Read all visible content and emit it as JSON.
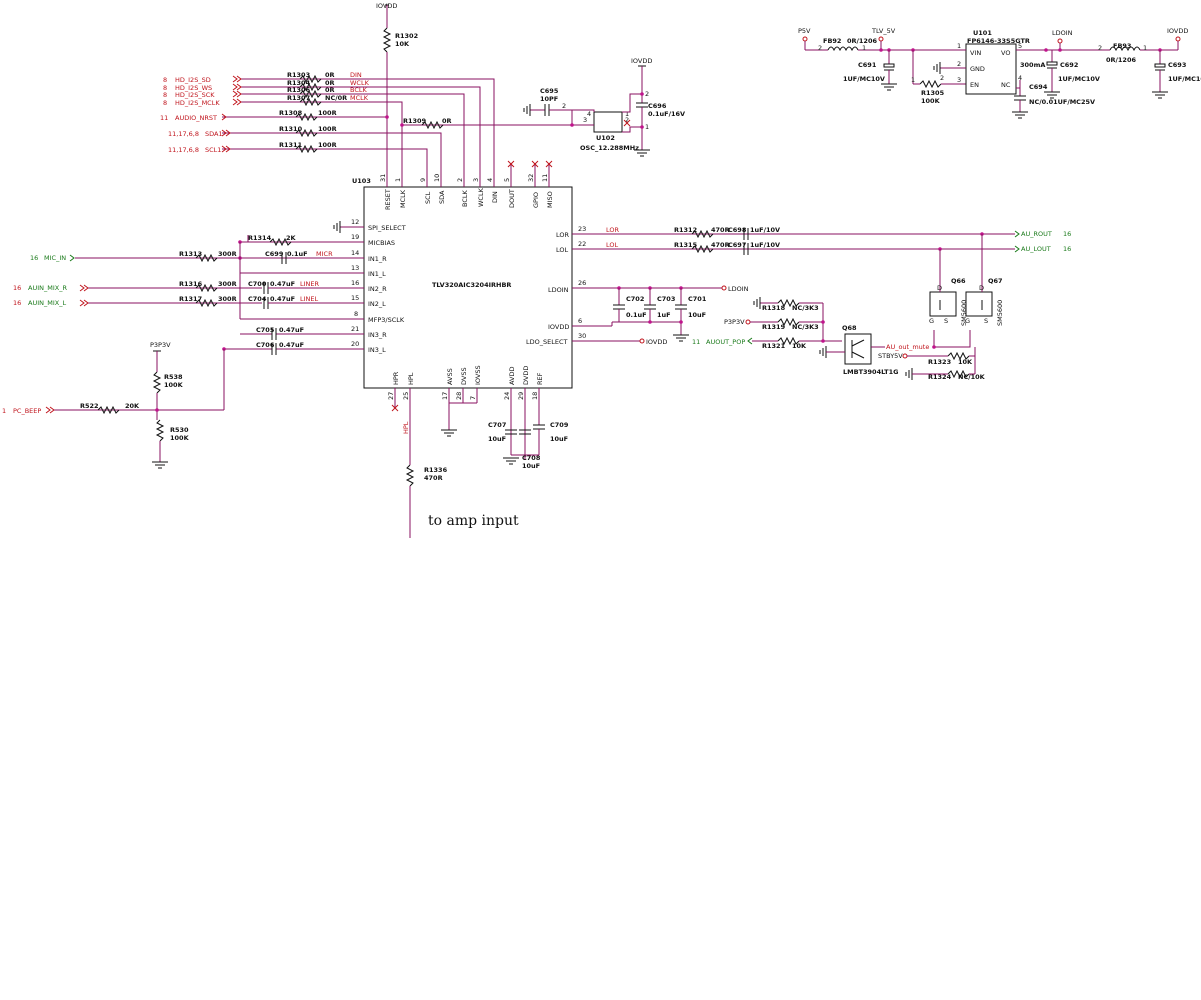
{
  "power": {
    "iovdd": "IOVDD",
    "p5v": "P5V",
    "tlv_5v": "TLV_5V",
    "ldoin": "LDOIN",
    "p3p3v": "P3P3V"
  },
  "u103": {
    "ref": "U103",
    "part": "TLV320AIC3204IRHBR",
    "top_pins": [
      {
        "name": "RESET",
        "num": "31"
      },
      {
        "name": "MCLK",
        "num": "1"
      },
      {
        "name": "SCL",
        "num": "9"
      },
      {
        "name": "SDA",
        "num": "10"
      },
      {
        "name": "BCLK",
        "num": "2"
      },
      {
        "name": "WCLK",
        "num": "3"
      },
      {
        "name": "DIN",
        "num": "4"
      },
      {
        "name": "DOUT",
        "num": "5"
      },
      {
        "name": "GPIO",
        "num": "32"
      },
      {
        "name": "MISO",
        "num": "11"
      }
    ],
    "left_pins": [
      {
        "name": "SPI_SELECT",
        "num": "12"
      },
      {
        "name": "MICBIAS",
        "num": "19"
      },
      {
        "name": "IN1_R",
        "num": "14"
      },
      {
        "name": "IN1_L",
        "num": "13"
      },
      {
        "name": "IN2_R",
        "num": "16"
      },
      {
        "name": "IN2_L",
        "num": "15"
      },
      {
        "name": "MFP3/SCLK",
        "num": "8"
      },
      {
        "name": "IN3_R",
        "num": "21"
      },
      {
        "name": "IN3_L",
        "num": "20"
      }
    ],
    "right_pins": [
      {
        "name": "LOR",
        "num": "23"
      },
      {
        "name": "LOL",
        "num": "22"
      },
      {
        "name": "LDOIN",
        "num": "26"
      },
      {
        "name": "IOVDD",
        "num": "6"
      },
      {
        "name": "LDO_SELECT",
        "num": "30"
      }
    ],
    "bottom_pins": [
      {
        "name": "HPR",
        "num": "27"
      },
      {
        "name": "HPL",
        "num": "25"
      },
      {
        "name": "AVSS",
        "num": "17"
      },
      {
        "name": "DVSS",
        "num": "28"
      },
      {
        "name": "IOVSS",
        "num": "7"
      },
      {
        "name": "AVDD",
        "num": "24"
      },
      {
        "name": "DVDD",
        "num": "29"
      },
      {
        "name": "REF",
        "num": "18"
      }
    ]
  },
  "hd_signals": [
    {
      "sheet": "8",
      "name": "HD_I2S_SD",
      "res": "R1303",
      "val": "0R",
      "net": "DIN"
    },
    {
      "sheet": "8",
      "name": "HD_I2S_WS",
      "res": "R1304",
      "val": "0R",
      "net": "WCLK"
    },
    {
      "sheet": "8",
      "name": "HD_I2S_SCK",
      "res": "R1306",
      "val": "0R",
      "net": "BCLK"
    },
    {
      "sheet": "8",
      "name": "HD_I2S_MCLK",
      "res": "R1307",
      "val": "NC/0R",
      "net": "MCLK"
    }
  ],
  "ctrl_signals": [
    {
      "sheet": "11",
      "name": "AUDIO_NRST",
      "res": "R1308",
      "val": "100R"
    },
    {
      "sheet": "11,17,6,8",
      "name": "SDA1",
      "res": "R1310",
      "val": "100R"
    },
    {
      "sheet": "11,17,6,8",
      "name": "SCL1",
      "res": "R1311",
      "val": "100R"
    }
  ],
  "r1302": {
    "ref": "R1302",
    "val": "10K"
  },
  "r1309": {
    "ref": "R1309",
    "val": "0R"
  },
  "osc": {
    "ref": "U102",
    "part": "OSC_12.288MHz",
    "c695": "C695",
    "c695v": "10PF",
    "c696": "C696",
    "c696v": "0.1uF/16V",
    "p1": "1",
    "p2": "2",
    "p3": "3",
    "p4": "4"
  },
  "inputs": {
    "mic_in": {
      "sheet": "16",
      "name": "MIC_IN",
      "res": "R1313",
      "val": "300R"
    },
    "aux_r": {
      "sheet": "16",
      "name": "AUIN_MIX_R",
      "res": "R1316",
      "val": "300R",
      "cap": "C700",
      "capv": "0.47uF",
      "net": "LINER"
    },
    "aux_l": {
      "sheet": "16",
      "name": "AUIN_MIX_L",
      "res": "R1317",
      "val": "300R",
      "cap": "C704",
      "capv": "0.47uF",
      "net": "LINEL"
    },
    "r1314": {
      "ref": "R1314",
      "val": "2K"
    },
    "c699": {
      "ref": "C699",
      "val": "0.1uF",
      "net": "MICR"
    },
    "c705": {
      "ref": "C705",
      "val": "0.47uF"
    },
    "c706": {
      "ref": "C706",
      "val": "0.47uF"
    }
  },
  "beep": {
    "sheet": "1",
    "name": "PC_BEEP",
    "r522": "R522",
    "r522v": "20K",
    "r538": "R538",
    "r538v": "100K",
    "r530": "R530",
    "r530v": "100K"
  },
  "outputs": {
    "lor": {
      "net": "LOR",
      "res": "R1312",
      "val": "470R",
      "cap": "C698",
      "capv": "1uF/10V",
      "out": "AU_ROUT",
      "sheet": "16"
    },
    "lol": {
      "net": "LOL",
      "res": "R1315",
      "val": "470R",
      "cap": "C697",
      "capv": "1uF/10V",
      "out": "AU_LOUT",
      "sheet": "16"
    }
  },
  "ldo_caps": [
    {
      "ref": "C702",
      "val": "0.1uF"
    },
    {
      "ref": "C703",
      "val": "1uF"
    },
    {
      "ref": "C701",
      "val": "10uF"
    }
  ],
  "bottom_caps": [
    {
      "ref": "C707",
      "val": "10uF"
    },
    {
      "ref": "C708",
      "val": "10uF"
    },
    {
      "ref": "C709",
      "val": "10uF"
    }
  ],
  "hp": {
    "r1336": "R1336",
    "r1336v": "470R",
    "net": "HPL"
  },
  "mute": {
    "r1318": "R1318",
    "r1318v": "NC/3K3",
    "r1319": "R1319",
    "r1319v": "NC/3K3",
    "r1321": "R1321",
    "r1321v": "10K",
    "q68": "Q68",
    "q68part": "LMBT3904LT1G",
    "q66": "Q66",
    "q67": "Q67",
    "fet": "SM5600",
    "auout_pop": "AUOUT_POP",
    "auout_sheet": "11",
    "au_out_mute": "AU_out_mute",
    "stby5v": "STBY5V",
    "r1323": "R1323",
    "r1323v": "10K",
    "r1324": "R1324",
    "r1324v": "NC/10K"
  },
  "regulator": {
    "fb92": "FB92",
    "fb92v": "0R/1206",
    "c691": "C691",
    "c691v": "1UF/MC10V",
    "u101": "U101",
    "u101part": "FP6146-33S5GTR",
    "vin": "VIN",
    "gnd": "GND",
    "en": "EN",
    "vo": "VO",
    "nc": "NC",
    "r1305": "R1305",
    "r1305v": "100K",
    "c692": "C692",
    "c692v": "1UF/MC10V",
    "c694": "C694",
    "c694v": "NC/0.01UF/MC25V",
    "ma": "300mA",
    "fb93": "FB93",
    "fb93v": "0R/1206",
    "c693": "C693",
    "c693v": "1UF/MC10V"
  },
  "annotation": "to amp input"
}
